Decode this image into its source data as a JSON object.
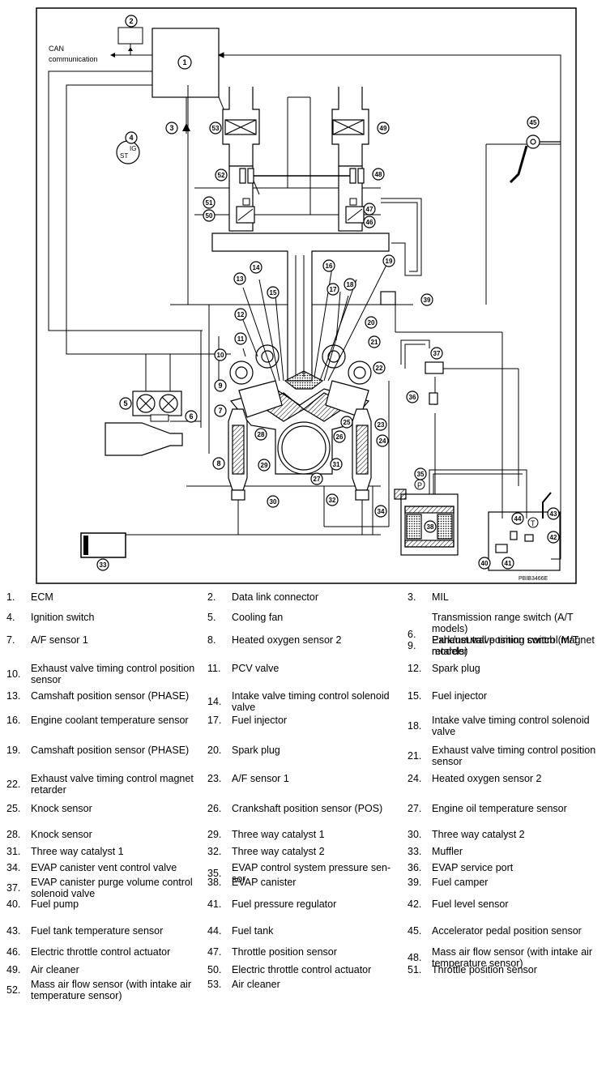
{
  "diagram": {
    "can_label_line1": "CAN",
    "can_label_line2": "communication",
    "ignition_labels": {
      "ig": "IG",
      "st": "ST"
    },
    "figure_id": "PBIB3466E",
    "callouts": [
      "1",
      "2",
      "3",
      "4",
      "5",
      "6",
      "7",
      "8",
      "9",
      "10",
      "11",
      "12",
      "13",
      "14",
      "15",
      "16",
      "17",
      "18",
      "19",
      "20",
      "21",
      "22",
      "23",
      "24",
      "25",
      "26",
      "27",
      "28",
      "29",
      "30",
      "31",
      "32",
      "33",
      "34",
      "35",
      "36",
      "37",
      "38",
      "39",
      "40",
      "41",
      "42",
      "43",
      "44",
      "45",
      "46",
      "47",
      "48",
      "49",
      "50",
      "51",
      "52",
      "53"
    ],
    "symbols": {
      "pressure": "P",
      "temperature": "T"
    }
  },
  "legend": [
    [
      "1.",
      "ECM"
    ],
    [
      "2.",
      "Data link connector"
    ],
    [
      "3.",
      "MIL"
    ],
    [
      "4.",
      "Ignition switch"
    ],
    [
      "5.",
      "Cooling fan"
    ],
    [
      "6.",
      "Transmission range switch (A/T models)\nPark/neutral position switch (M/T models)"
    ],
    [
      "7.",
      "A/F sensor 1"
    ],
    [
      "8.",
      "Heated oxygen sensor 2"
    ],
    [
      "9.",
      "Exhaust valve timing control magnet retarder"
    ],
    [
      "10.",
      "Exhaust valve timing control position sensor"
    ],
    [
      "11.",
      "PCV valve"
    ],
    [
      "12.",
      "Spark plug"
    ],
    [
      "13.",
      "Camshaft position sensor (PHASE)"
    ],
    [
      "14.",
      "Intake valve timing control solenoid valve"
    ],
    [
      "15.",
      "Fuel injector"
    ],
    [
      "16.",
      "Engine coolant temperature sensor"
    ],
    [
      "17.",
      "Fuel injector"
    ],
    [
      "18.",
      "Intake valve timing control solenoid valve"
    ],
    [
      "19.",
      "Camshaft position sensor (PHASE)"
    ],
    [
      "20.",
      "Spark plug"
    ],
    [
      "21.",
      "Exhaust valve timing control position sensor"
    ],
    [
      "22.",
      "Exhaust valve timing control magnet retarder"
    ],
    [
      "23.",
      "A/F sensor 1"
    ],
    [
      "24.",
      "Heated oxygen sensor 2"
    ],
    [
      "25.",
      "Knock sensor"
    ],
    [
      "26.",
      "Crankshaft position sensor (POS)"
    ],
    [
      "27.",
      "Engine oil temperature sensor"
    ],
    [
      "28.",
      "Knock sensor"
    ],
    [
      "29.",
      "Three way catalyst 1"
    ],
    [
      "30.",
      "Three way catalyst 2"
    ],
    [
      "31.",
      "Three way catalyst 1"
    ],
    [
      "32.",
      "Three way catalyst 2"
    ],
    [
      "33.",
      "Muffler"
    ],
    [
      "34.",
      "EVAP canister vent control valve"
    ],
    [
      "35.",
      "EVAP control system pressure sen-\nsor"
    ],
    [
      "36.",
      "EVAP service port"
    ],
    [
      "37.",
      "EVAP canister purge volume control solenoid valve"
    ],
    [
      "38.",
      "EVAP canister"
    ],
    [
      "39.",
      "Fuel camper"
    ],
    [
      "40.",
      "Fuel pump"
    ],
    [
      "41.",
      "Fuel pressure regulator"
    ],
    [
      "42.",
      "Fuel level sensor"
    ],
    [
      "43.",
      "Fuel tank temperature sensor"
    ],
    [
      "44.",
      "Fuel tank"
    ],
    [
      "45.",
      "Accelerator pedal position sensor"
    ],
    [
      "46.",
      "Electric throttle control actuator"
    ],
    [
      "47.",
      "Throttle position sensor"
    ],
    [
      "48.",
      "Mass air flow sensor (with intake air temperature sensor)"
    ],
    [
      "49.",
      "Air cleaner"
    ],
    [
      "50.",
      "Electric throttle control actuator"
    ],
    [
      "51.",
      "Throttle position sensor"
    ],
    [
      "52.",
      "Mass air flow sensor (with intake air temperature sensor)"
    ],
    [
      "53.",
      "Air cleaner"
    ]
  ]
}
